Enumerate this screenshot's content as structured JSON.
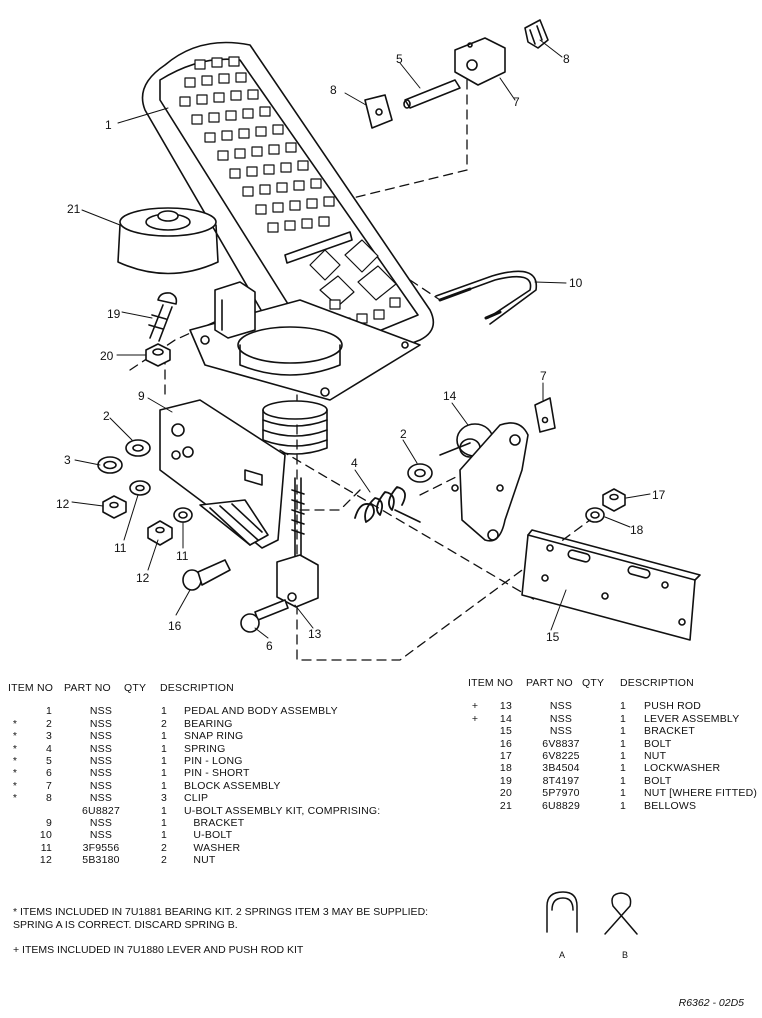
{
  "callouts": [
    {
      "id": "1",
      "label": "1"
    },
    {
      "id": "2a",
      "label": "2"
    },
    {
      "id": "2b",
      "label": "2"
    },
    {
      "id": "3",
      "label": "3"
    },
    {
      "id": "4",
      "label": "4"
    },
    {
      "id": "5",
      "label": "5"
    },
    {
      "id": "6",
      "label": "6"
    },
    {
      "id": "7a",
      "label": "7"
    },
    {
      "id": "7b",
      "label": "7"
    },
    {
      "id": "8a",
      "label": "8"
    },
    {
      "id": "8b",
      "label": "8"
    },
    {
      "id": "9",
      "label": "9"
    },
    {
      "id": "10",
      "label": "10"
    },
    {
      "id": "11a",
      "label": "11"
    },
    {
      "id": "11b",
      "label": "11"
    },
    {
      "id": "12a",
      "label": "12"
    },
    {
      "id": "12b",
      "label": "12"
    },
    {
      "id": "13",
      "label": "13"
    },
    {
      "id": "14",
      "label": "14"
    },
    {
      "id": "15",
      "label": "15"
    },
    {
      "id": "16",
      "label": "16"
    },
    {
      "id": "17",
      "label": "17"
    },
    {
      "id": "18",
      "label": "18"
    },
    {
      "id": "19",
      "label": "19"
    },
    {
      "id": "20",
      "label": "20"
    },
    {
      "id": "21",
      "label": "21"
    }
  ],
  "headers": {
    "item": "ITEM NO",
    "part": "PART NO",
    "qty": "QTY",
    "desc": "DESCRIPTION"
  },
  "left_rows": [
    {
      "mark": "",
      "item": "1",
      "part": "NSS",
      "qty": "1",
      "desc": "PEDAL AND BODY ASSEMBLY"
    },
    {
      "mark": "*",
      "item": "2",
      "part": "NSS",
      "qty": "2",
      "desc": "BEARING"
    },
    {
      "mark": "*",
      "item": "3",
      "part": "NSS",
      "qty": "1",
      "desc": "SNAP RING"
    },
    {
      "mark": "*",
      "item": "4",
      "part": "NSS",
      "qty": "1",
      "desc": "SPRING"
    },
    {
      "mark": "*",
      "item": "5",
      "part": "NSS",
      "qty": "1",
      "desc": "PIN - LONG"
    },
    {
      "mark": "*",
      "item": "6",
      "part": "NSS",
      "qty": "1",
      "desc": "PIN - SHORT"
    },
    {
      "mark": "*",
      "item": "7",
      "part": "NSS",
      "qty": "1",
      "desc": "BLOCK ASSEMBLY"
    },
    {
      "mark": "*",
      "item": "8",
      "part": "NSS",
      "qty": "3",
      "desc": "CLIP"
    },
    {
      "mark": "",
      "item": "",
      "part": "6U8827",
      "qty": "1",
      "desc": "U-BOLT ASSEMBLY KIT, COMPRISING:"
    },
    {
      "mark": "",
      "item": "9",
      "part": "NSS",
      "qty": "1",
      "desc": "   BRACKET"
    },
    {
      "mark": "",
      "item": "10",
      "part": "NSS",
      "qty": "1",
      "desc": "   U-BOLT"
    },
    {
      "mark": "",
      "item": "11",
      "part": "3F9556",
      "qty": "2",
      "desc": "   WASHER"
    },
    {
      "mark": "",
      "item": "12",
      "part": "5B3180",
      "qty": "2",
      "desc": "   NUT"
    }
  ],
  "right_rows": [
    {
      "mark": "+",
      "item": "13",
      "part": "NSS",
      "qty": "1",
      "desc": "PUSH ROD"
    },
    {
      "mark": "+",
      "item": "14",
      "part": "NSS",
      "qty": "1",
      "desc": "LEVER ASSEMBLY"
    },
    {
      "mark": "",
      "item": "15",
      "part": "NSS",
      "qty": "1",
      "desc": "BRACKET"
    },
    {
      "mark": "",
      "item": "16",
      "part": "6V8837",
      "qty": "1",
      "desc": "BOLT"
    },
    {
      "mark": "",
      "item": "17",
      "part": "6V8225",
      "qty": "1",
      "desc": "NUT"
    },
    {
      "mark": "",
      "item": "18",
      "part": "3B4504",
      "qty": "1",
      "desc": "LOCKWASHER"
    },
    {
      "mark": "",
      "item": "19",
      "part": "8T4197",
      "qty": "1",
      "desc": "BOLT"
    },
    {
      "mark": "",
      "item": "20",
      "part": "5P7970",
      "qty": "1",
      "desc": "NUT [WHERE FITTED)"
    },
    {
      "mark": "",
      "item": "21",
      "part": "6U8829",
      "qty": "1",
      "desc": "BELLOWS"
    }
  ],
  "notes": {
    "star_line1": "* ITEMS INCLUDED IN 7U1881 BEARING KIT. 2 SPRINGS ITEM 3 MAY BE SUPPLIED:",
    "star_line2": "SPRING A IS CORRECT. DISCARD SPRING B.",
    "plus_line": "+ ITEMS INCLUDED IN 7U1880 LEVER AND PUSH ROD KIT"
  },
  "spring_labels": {
    "a": "A",
    "b": "B"
  },
  "reference": "R6362 - 02D5"
}
